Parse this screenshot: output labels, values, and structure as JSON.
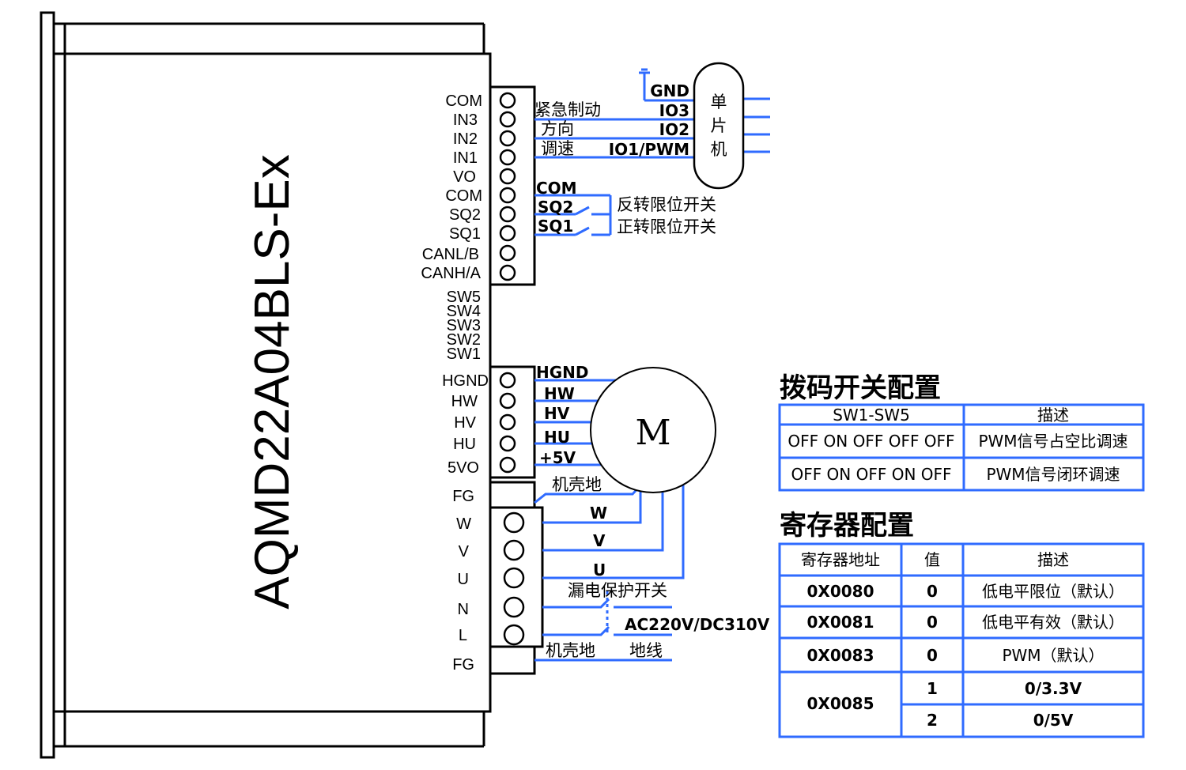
{
  "device": {
    "model": "AQMD22A04BLS-Ex"
  },
  "top_terminals": [
    "COM",
    "IN3",
    "IN2",
    "IN1",
    "VO",
    "COM",
    "SQ2",
    "SQ1",
    "CANL/B",
    "CANH/A"
  ],
  "switches": [
    "SW5",
    "SW4",
    "SW3",
    "SW2",
    "SW1"
  ],
  "hall_terminals": [
    "HGND",
    "HW",
    "HV",
    "HU",
    "5VO"
  ],
  "power_terminals": [
    "FG",
    "W",
    "V",
    "U",
    "N",
    "L",
    "FG"
  ],
  "mcu": {
    "label_chars": [
      "单",
      "片",
      "机"
    ],
    "pins": [
      "GND",
      "IO3",
      "IO2",
      "IO1/PWM"
    ]
  },
  "signal_functions": [
    "紧急制动",
    "方向",
    "调速"
  ],
  "limit_wiring": {
    "com": "COM",
    "sq2": "SQ2",
    "sq1": "SQ1",
    "reverse_limit": "反转限位开关",
    "forward_limit": "正转限位开关"
  },
  "hall_wire_labels": [
    "HGND",
    "HW",
    "HV",
    "HU",
    "+5V"
  ],
  "motor": {
    "label": "M",
    "case_ground": "机壳地",
    "phases": [
      "W",
      "V",
      "U"
    ]
  },
  "power": {
    "breaker": "漏电保护开关",
    "supply": "AC220V/DC310V",
    "case_ground": "机壳地",
    "earth": "地线"
  },
  "dip_table": {
    "title": "拨码开关配置",
    "headers": [
      "SW1-SW5",
      "描述"
    ],
    "rows": [
      [
        "OFF ON OFF OFF OFF",
        "PWM信号占空比调速"
      ],
      [
        "OFF ON OFF ON  OFF",
        "PWM信号闭环调速"
      ]
    ]
  },
  "register_table": {
    "title": "寄存器配置",
    "headers": [
      "寄存器地址",
      "值",
      "描述"
    ],
    "rows": [
      {
        "address": "0X0080",
        "value": "0",
        "desc": "低电平限位（默认）"
      },
      {
        "address": "0X0081",
        "value": "0",
        "desc": "低电平有效（默认）"
      },
      {
        "address": "0X0083",
        "value": "0",
        "desc": "PWM（默认）"
      },
      {
        "address": "0X0085",
        "value": "1",
        "desc": "0/3.3V"
      },
      {
        "address": "",
        "value": "2",
        "desc": "0/5V"
      }
    ]
  },
  "colors": {
    "wire": "#2f6bff",
    "outline": "#000000"
  }
}
